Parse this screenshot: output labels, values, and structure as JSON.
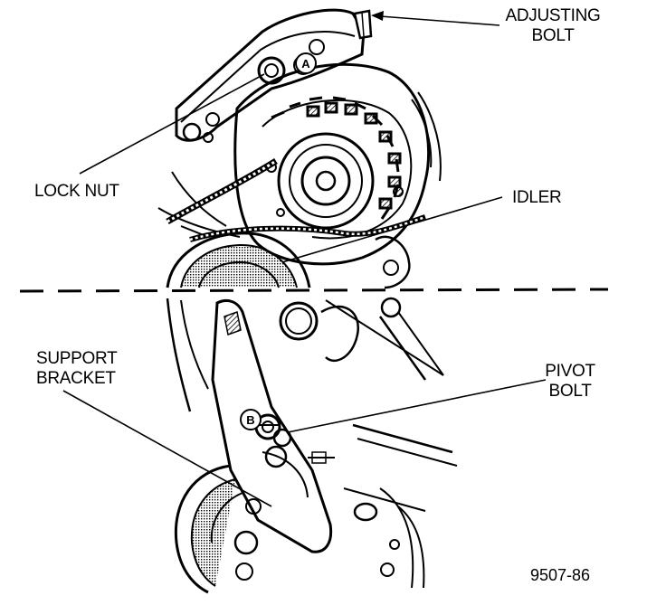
{
  "labels": {
    "adjusting_bolt_line1": "ADJUSTING",
    "adjusting_bolt_line2": "BOLT",
    "lock_nut": "LOCK NUT",
    "idler": "IDLER",
    "support_bracket_line1": "SUPPORT",
    "support_bracket_line2": "BRACKET",
    "pivot_bolt_line1": "PIVOT",
    "pivot_bolt_line2": "BOLT"
  },
  "callouts": {
    "a": "A",
    "b": "B"
  },
  "figure_number": "9507-86",
  "colors": {
    "ink": "#000000",
    "paper": "#ffffff",
    "shade": "#6a6a6a"
  }
}
